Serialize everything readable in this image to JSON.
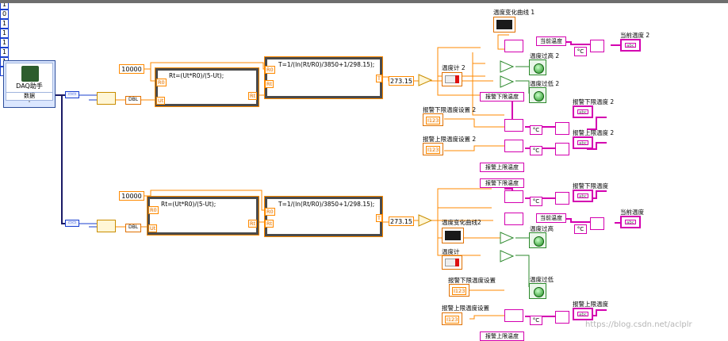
{
  "daq": {
    "title": "DAQ助手",
    "output": "数据",
    "more": "˅",
    "colors": {
      "border": "#2b4d9c"
    }
  },
  "consts": {
    "r0_top": "10000",
    "r0_bottom": "10000",
    "offset_top": "273.15",
    "offset_bottom": "273.15",
    "index_top": "1",
    "index_bottom": "0"
  },
  "formula": {
    "rt_top": "Rt=(Ut*R0)/(5-Ut);",
    "rt_bottom": "Rt=(Ut*R0)/(5-Ut);",
    "t_top": "T=1/(ln(Rt/R0)/3850+1/298.15);",
    "t_bottom": "T=1/(ln(Rt/R0)/3850+1/298.15);"
  },
  "terminals": {
    "r0": "R0",
    "ut": "Ut",
    "rt": "Rt",
    "t": "T",
    "dbl": "DBL",
    "array": "[DBL]",
    "celsius": "°C",
    "abc": "abc",
    "i123": "I123",
    "num": "1"
  },
  "labels": {
    "graph_top": "温度变化曲线 1",
    "thermo_top": "温度计 2",
    "high_led_top": "温度过高 2",
    "low_led_top": "温度过低 2",
    "alarm_low_set_top": "报警下限温度设置 2",
    "alarm_high_set_top": "报警上限温度设置 2",
    "alarm_low_out_top": "报警下限温度 2",
    "alarm_high_out_top": "报警上限温度 2",
    "current_top": "当前温度 2",
    "graph_bottom": "温度变化曲线2",
    "thermo_bottom": "温度计",
    "high_led_bottom": "温度过高",
    "low_led_bottom": "温度过低",
    "alarm_low_set_bottom": "报警下限温度设置",
    "alarm_high_set_bottom": "报警上限温度设置",
    "alarm_low_out_bottom": "报警下限温度",
    "alarm_high_out_bottom": "报警上限温度",
    "current_bottom": "当前温度"
  },
  "pinkstrings": {
    "current": "当前温度",
    "alarm_low": "报警下限温度",
    "alarm_high": "报警上限温度"
  },
  "watermark": "https://blog.csdn.net/aclplr",
  "colors": {
    "dbl_wire": "#ff8a00",
    "int_wire": "#1a3fcf",
    "string_wire": "#d400b0",
    "bool_wire": "#2d8a2d",
    "dyn_wire": "#1a1a66"
  }
}
